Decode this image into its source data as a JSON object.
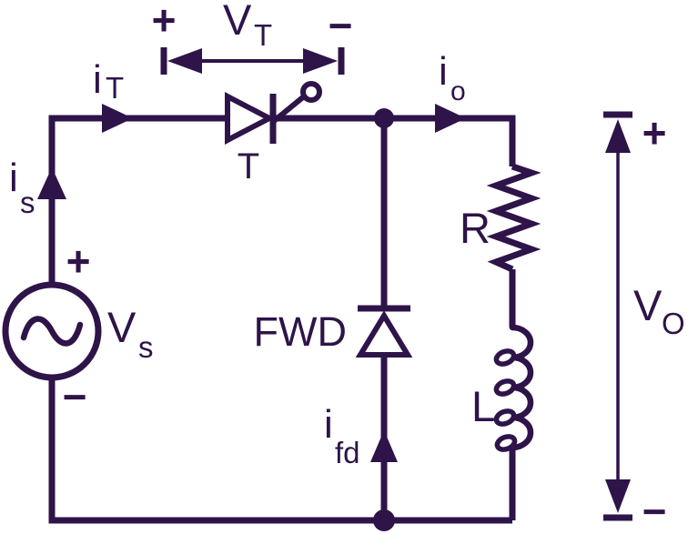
{
  "colors": {
    "stroke": "#2e1449",
    "background": "#ffffff"
  },
  "labels": {
    "vt": {
      "plus": "+",
      "main": "V",
      "sub": "T",
      "minus": "−"
    },
    "it": {
      "main": "i",
      "sub": "T"
    },
    "thyristor": "T",
    "is": {
      "main": "i",
      "sub": "s"
    },
    "vs": {
      "plus": "+",
      "main": "V",
      "sub": "s",
      "minus": "−"
    },
    "io": {
      "main": "i",
      "sub": "o"
    },
    "fwd": "FWD",
    "ifd": {
      "main": "i",
      "sub": "fd"
    },
    "resistor": "R",
    "inductor": "L",
    "vo": {
      "plus": "+",
      "main": "V",
      "sub": "O",
      "minus": "−"
    }
  }
}
